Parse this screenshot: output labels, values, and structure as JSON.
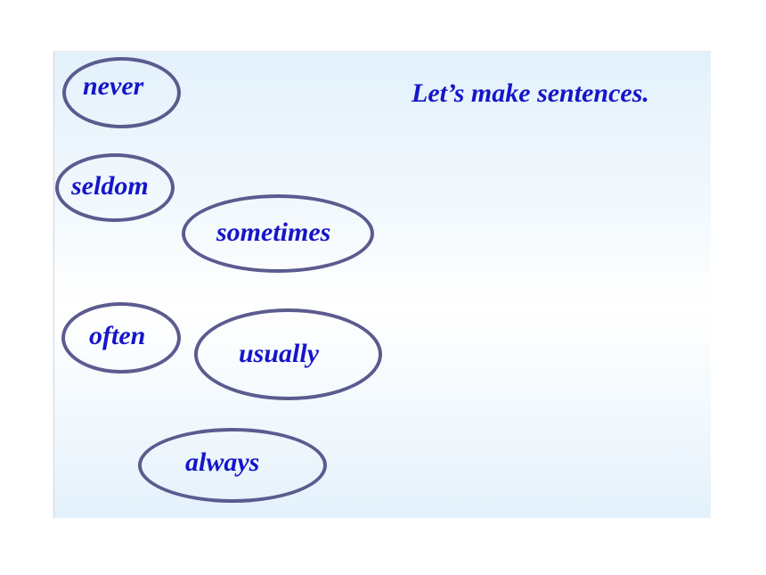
{
  "slide": {
    "heading": "Let’s make sentences.",
    "words": {
      "never": "never",
      "seldom": "seldom",
      "sometimes": "sometimes",
      "often": "often",
      "usually": "usually",
      "always": "always"
    },
    "colors": {
      "text": "#1515c9",
      "oval_border": "#5b5b8f",
      "background_top": "#e3f1fb",
      "background_middle": "#ffffff"
    }
  }
}
